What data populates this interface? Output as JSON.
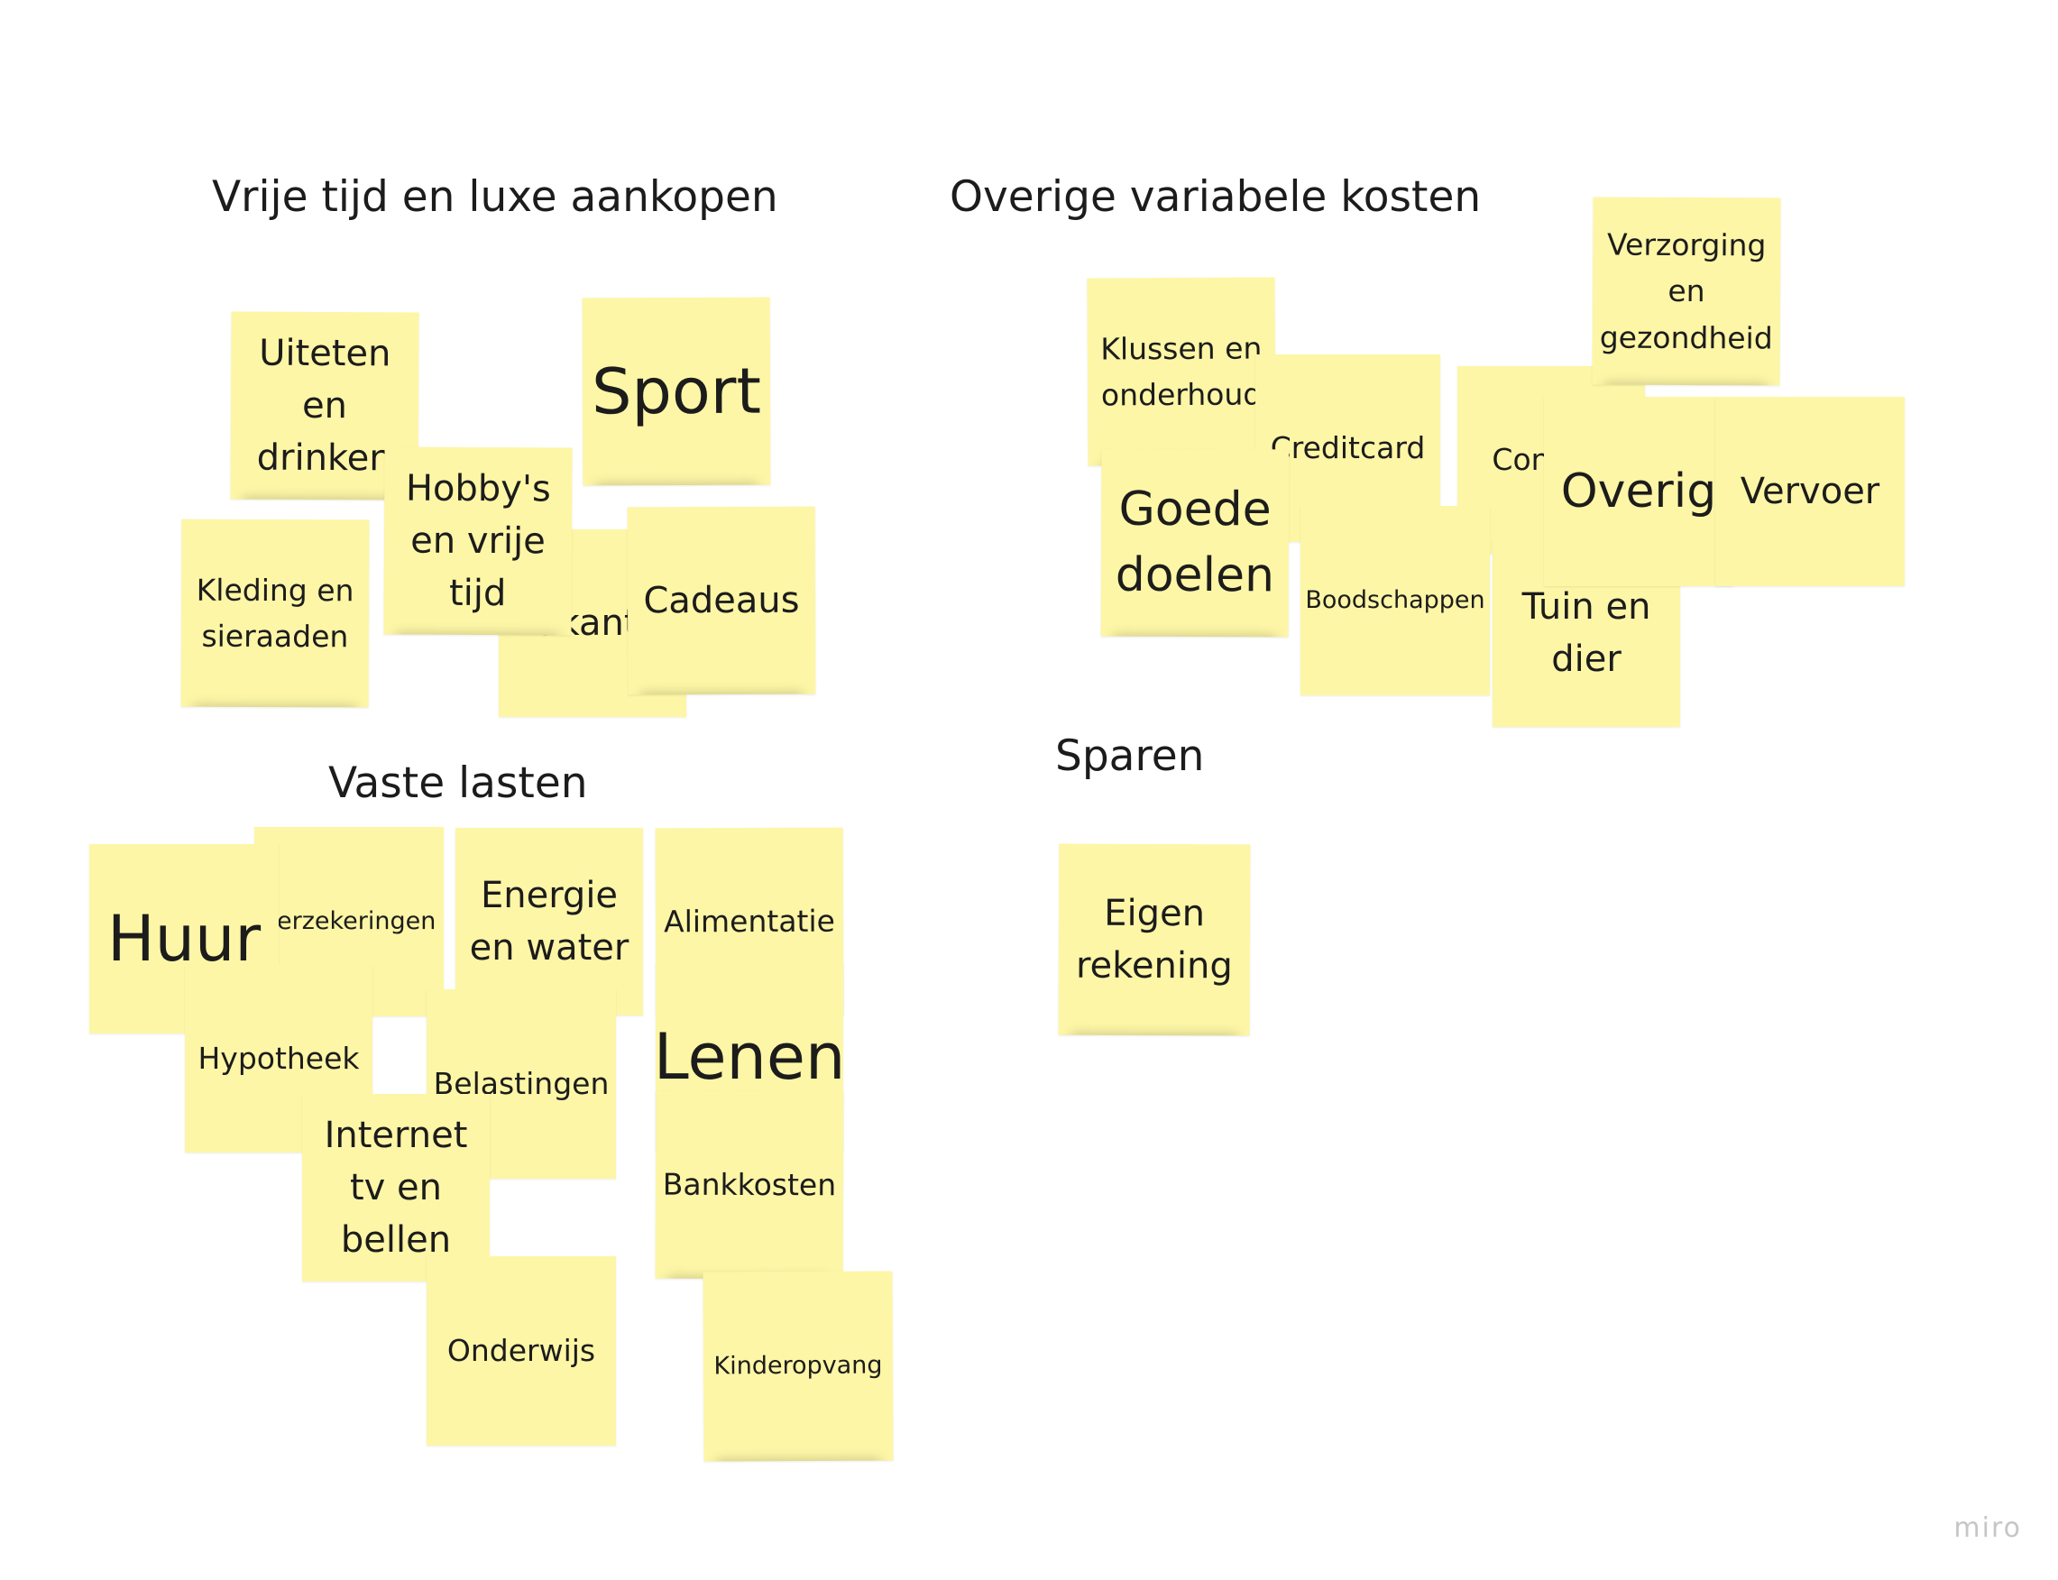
{
  "headings": {
    "vrije_tijd": "Vrije tijd en luxe aankopen",
    "overige": "Overige variabele kosten",
    "vaste_lasten": "Vaste lasten",
    "sparen": "Sparen"
  },
  "notes": {
    "uiteten": "Uiteten en drinken",
    "sport": "Sport",
    "hobbys": "Hobby's en vrije tijd",
    "kleding": "Kleding en sieraaden",
    "vakantie": "Vakantie",
    "cadeaus": "Cadeaus",
    "klussen": "Klussen en onderhoud",
    "creditcard": "Creditcard",
    "contant": "Contant",
    "verzorging": "Verzorging en gezondheid",
    "goede_doelen": "Goede doelen",
    "boodschappen": "Boodschappen",
    "tuin": "Tuin en dier",
    "overig": "Overig",
    "vervoer": "Vervoer",
    "huur": "Huur",
    "verzekeringen": "Verzekeringen",
    "energie": "Energie en water",
    "alimentatie": "Alimentatie",
    "hypotheek": "Hypotheek",
    "belastingen": "Belastingen",
    "lenen": "Lenen",
    "internet": "Internet tv en bellen",
    "bankkosten": "Bankkosten",
    "onderwijs": "Onderwijs",
    "kinderopvang": "Kinderopvang",
    "eigen_rekening": "Eigen rekening"
  },
  "logo": "miro",
  "colors": {
    "sticky": "#fdf6a6",
    "text": "#1c1c1c",
    "logo": "#c6c6c6"
  }
}
